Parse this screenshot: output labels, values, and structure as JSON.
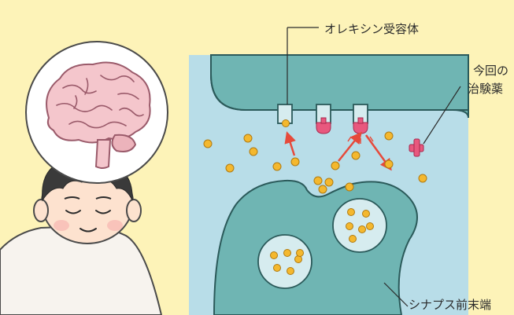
{
  "labels": {
    "receptor": "オレキシン受容体",
    "drug_line1": "今回の",
    "drug_line2": "治験薬",
    "terminal": "シナプス前末端"
  },
  "colors": {
    "background": "#fdf3b8",
    "synaptic_cleft": "#b8dde8",
    "neuron": "#6fb5b3",
    "vesicle": "#d6ecef",
    "orexin": "#f4b82e",
    "drug": "#e8587e",
    "arrow": "#e64a3b",
    "brain": "#f4c6cc",
    "skin": "#fde2cf",
    "hair": "#3a3a3a",
    "shirt": "#f7f3ee"
  },
  "icons": [
    "brain-icon",
    "person-icon",
    "orexin-molecule-icon",
    "drug-molecule-icon"
  ]
}
